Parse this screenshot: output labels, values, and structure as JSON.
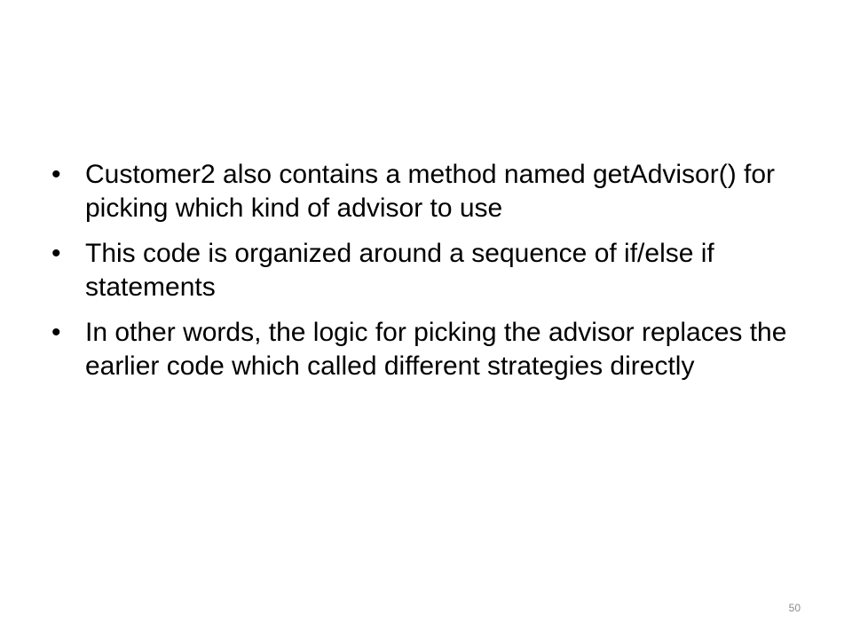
{
  "slide": {
    "bullets": [
      {
        "marker": "•",
        "text": "Customer2 also contains a method named getAdvisor() for picking which kind of advisor to use"
      },
      {
        "marker": "•",
        "text": "This code is organized around a sequence of if/else if statements"
      },
      {
        "marker": "•",
        "text": "In other words, the logic for picking the advisor replaces the earlier code which called different strategies directly"
      }
    ],
    "page_number": "50"
  }
}
